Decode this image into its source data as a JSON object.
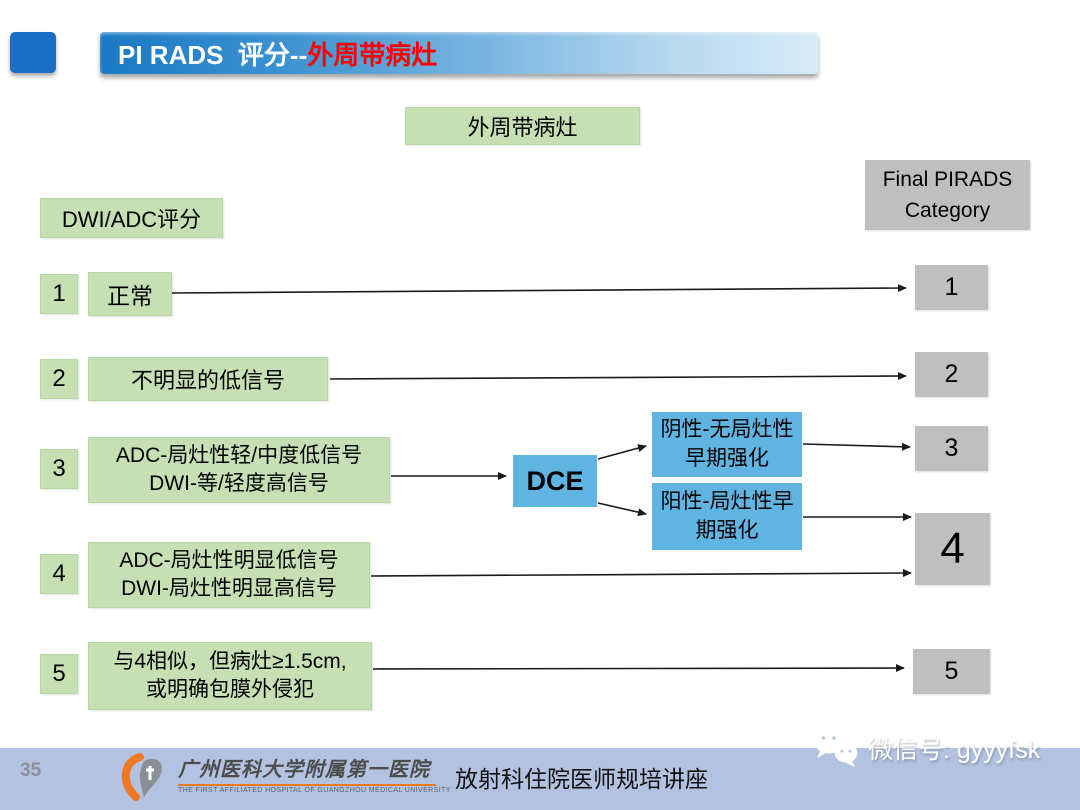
{
  "slide": {
    "title": {
      "prefix": "PI RADS  评分--",
      "highlight": "外周带病灶"
    },
    "subtitle": "外周带病灶",
    "left_header": "DWI/ADC评分",
    "right_header": "Final PIRADS Category",
    "rows": [
      {
        "score": "1",
        "lines": [
          "正常"
        ]
      },
      {
        "score": "2",
        "lines": [
          "不明显的低信号"
        ]
      },
      {
        "score": "3",
        "lines": [
          "ADC-局灶性轻/中度低信号",
          "DWI-等/轻度高信号"
        ]
      },
      {
        "score": "4",
        "lines": [
          "ADC-局灶性明显低信号",
          "DWI-局灶性明显高信号"
        ]
      },
      {
        "score": "5",
        "lines": [
          "与4相似，但病灶≥1.5cm,",
          "或明确包膜外侵犯"
        ]
      }
    ],
    "dce": {
      "label": "DCE",
      "outcomes": [
        {
          "text": "阴性-无局灶性早期强化"
        },
        {
          "text": "阳性-局灶性早期强化"
        }
      ]
    },
    "final_categories": [
      "1",
      "2",
      "3",
      "4",
      "5"
    ],
    "colors": {
      "title_blue": "#1b74c4",
      "box_green": "#c6e0b4",
      "box_blue": "#5fb4e2",
      "box_gray": "#bfbfbf",
      "footer_band": "#b3c2e1",
      "highlight_red": "#ff0000"
    },
    "footer": {
      "page_number": "35",
      "hospital_name_cn": "广州医科大学附属第一医院",
      "hospital_name_en": "THE FIRST AFFILIATED HOSPITAL OF GUANGZHOU MEDICAL UNIVERSITY",
      "lecture_title": "放射科住院医师规培讲座",
      "wechat_label": "微信号: gyyyfsk"
    }
  }
}
